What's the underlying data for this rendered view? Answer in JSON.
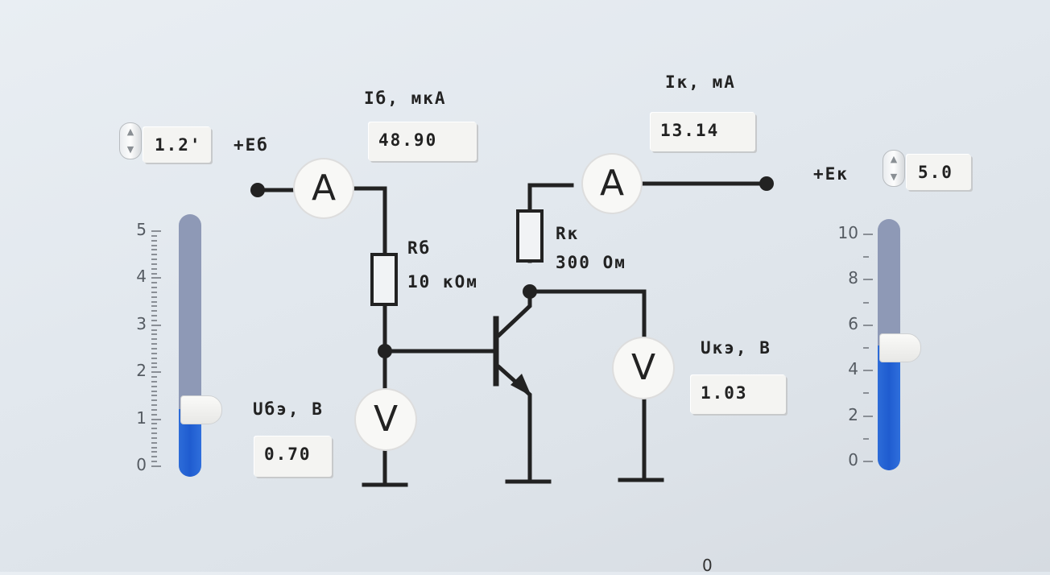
{
  "left_control": {
    "spin_value": "1.2'",
    "label": "+Eб",
    "scale_labels": [
      "5",
      "4",
      "3",
      "2",
      "1",
      "0"
    ],
    "level": 1.2,
    "max": 5
  },
  "right_control": {
    "spin_value": "5.0",
    "label": "+Eк",
    "scale_labels": [
      "10",
      "8",
      "6",
      "4",
      "2",
      "0"
    ],
    "level": 5.0,
    "max": 10
  },
  "meters": {
    "base_current": {
      "title": "Iб, мкА",
      "value": "48.90"
    },
    "collector_current": {
      "title": "Iк, мА",
      "value": "13.14"
    },
    "base_emitter_voltage": {
      "title": "Uбэ, В",
      "value": "0.70"
    },
    "collector_emitter_voltage": {
      "title": "Uкэ, В",
      "value": "1.03"
    }
  },
  "circuit": {
    "ammeter_symbol": "A",
    "voltmeter_symbol": "V",
    "rb_name": "Rб",
    "rb_value": "10 кОм",
    "rk_name": "Rк",
    "rk_value": "300 Ом"
  },
  "bottom_mark": "0",
  "colors": {
    "wire": "#222222",
    "fill_blue": "#1f5cd0",
    "track": "#8e99b6"
  }
}
